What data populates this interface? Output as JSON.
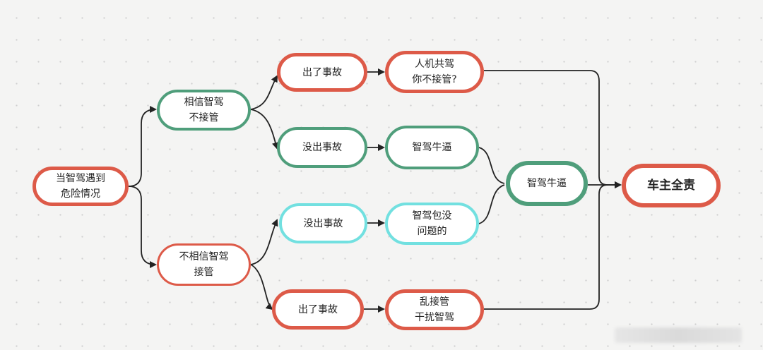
{
  "nodes": {
    "start": [
      "当智驾遇到",
      "危险情况"
    ],
    "trust": [
      "相信智驾",
      "不接管"
    ],
    "distrust": [
      "不相信智驾",
      "接管"
    ],
    "trust_accident": [
      "出了事故"
    ],
    "trust_no_accident": [
      "没出事故"
    ],
    "trust_accident_result": [
      "人机共驾",
      "你不接管?"
    ],
    "trust_no_accident_result": [
      "智驾牛逼"
    ],
    "distrust_no_accident": [
      "没出事故"
    ],
    "distrust_no_accident_result": [
      "智驾包没",
      "问题的"
    ],
    "distrust_accident": [
      "出了事故"
    ],
    "distrust_accident_result": [
      "乱接管",
      "干扰智驾"
    ],
    "merge_good": [
      "智驾牛逼"
    ],
    "final": [
      "车主全责"
    ]
  },
  "colors": {
    "red": "#dd5a48",
    "green": "#4f9e7b",
    "cyan": "#72e0e0"
  }
}
